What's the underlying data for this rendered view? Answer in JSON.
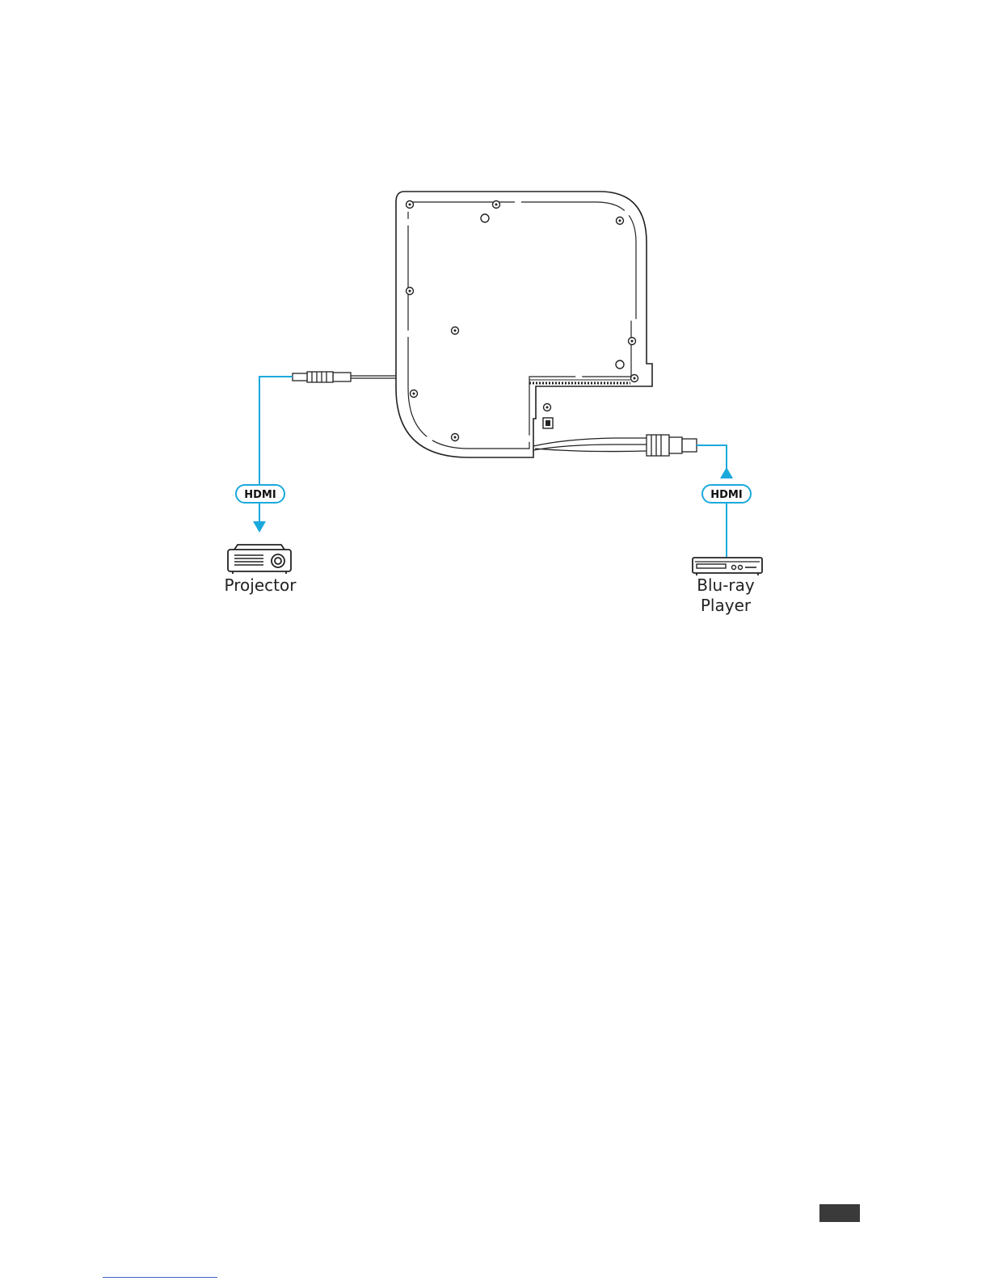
{
  "diagram": {
    "colors": {
      "cable": "#1aa9dc",
      "outline": "#222222",
      "background": "#ffffff"
    },
    "left_connection": {
      "cable_label": "HDMI",
      "device_label": "Projector",
      "device_icon": "projector-icon",
      "direction": "out"
    },
    "right_connection": {
      "cable_label": "HDMI",
      "device_label_line1": "Blu-ray",
      "device_label_line2": "Player",
      "device_icon": "bluray-player-icon",
      "direction": "in"
    },
    "central_device_icon": "switcher-plate-icon"
  }
}
